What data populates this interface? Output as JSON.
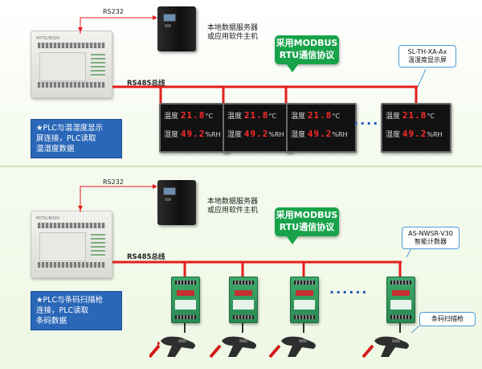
{
  "colors": {
    "wire": "#e41d1d",
    "bus_green": "#18a34a",
    "note_blue": "#2a67b8",
    "readout_red": "#ff2a2a"
  },
  "top": {
    "plc_brand": "MITSUBISHI",
    "rs232": "RS232",
    "server_text": [
      "本地数据服务器",
      "或应用软件主机"
    ],
    "protocol": [
      "采用MODBUS",
      "RTU通信协议"
    ],
    "rs485": "RS485总线",
    "device_label": [
      "SL-TH-XA-Ax",
      "温湿度显示屏"
    ],
    "note": [
      "★PLC与温湿度显示",
      "屏连接，PLC读取",
      "温湿度数据"
    ],
    "temp_label": "温度",
    "temp_value": "21.8",
    "temp_unit": "°C",
    "hum_label": "湿度",
    "hum_value": "49.2",
    "hum_unit": "%RH",
    "dots": "......"
  },
  "bottom": {
    "plc_brand": "MITSUBISHI",
    "rs232": "RS232",
    "server_text": [
      "本地数据服务器",
      "或应用软件主机"
    ],
    "protocol": [
      "采用MODBUS",
      "RTU通信协议"
    ],
    "rs485": "RS485总线",
    "device_label": [
      "AS-NWSR-V30",
      "智能计数器"
    ],
    "scanner_label": "条码扫描枪",
    "note": [
      "★PLC与条码扫描枪",
      "连接，PLC读取",
      "条码数据"
    ],
    "dots": "......"
  }
}
